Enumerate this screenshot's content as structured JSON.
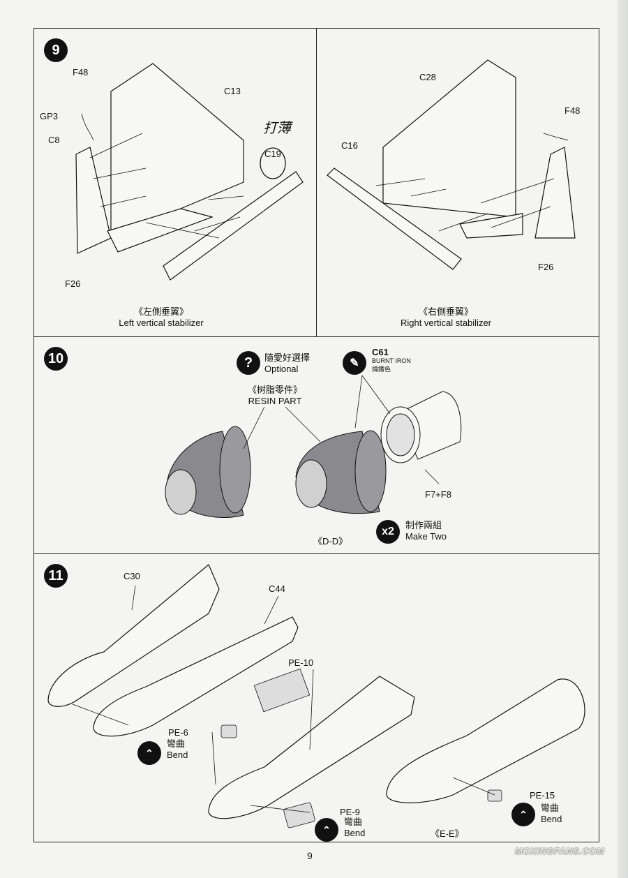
{
  "page_number": "9",
  "watermark": "MOXINGFANS.COM",
  "step9": {
    "number": "9",
    "left": {
      "caption_cn": "《左側垂翼》",
      "caption_en": "Left vertical stabilizer",
      "labels": {
        "f48": "F48",
        "gp3": "GP3",
        "c8": "C8",
        "c13": "C13",
        "c19": "C19",
        "f26": "F26"
      },
      "handwriting": "打薄"
    },
    "right": {
      "caption_cn": "《右側垂翼》",
      "caption_en": "Right vertical stabilizer",
      "labels": {
        "c28": "C28",
        "f48": "F48",
        "c16": "C16",
        "f26": "F26"
      }
    }
  },
  "step10": {
    "number": "10",
    "optional_cn": "隨愛好選擇",
    "optional_en": "Optional",
    "paint_code": "C61",
    "paint_en": "BURNT IRON",
    "paint_cn": "燒鐵色",
    "resin_cn": "《树脂零件》",
    "resin_en": "RESIN PART",
    "part_label": "F7+F8",
    "view_label": "《D-D》",
    "multiplier": "x2",
    "make_cn": "制作兩組",
    "make_en": "Make Two"
  },
  "step11": {
    "number": "11",
    "labels": {
      "c30": "C30",
      "c44": "C44",
      "pe10": "PE-10",
      "pe6": "PE-6",
      "pe9": "PE-9",
      "pe15": "PE-15"
    },
    "bend_cn": "彎曲",
    "bend_en": "Bend",
    "view_label": "《E-E》"
  },
  "colors": {
    "ink": "#111111",
    "paper": "#f4f4f2",
    "resin_gray": "#8a8a8e"
  }
}
